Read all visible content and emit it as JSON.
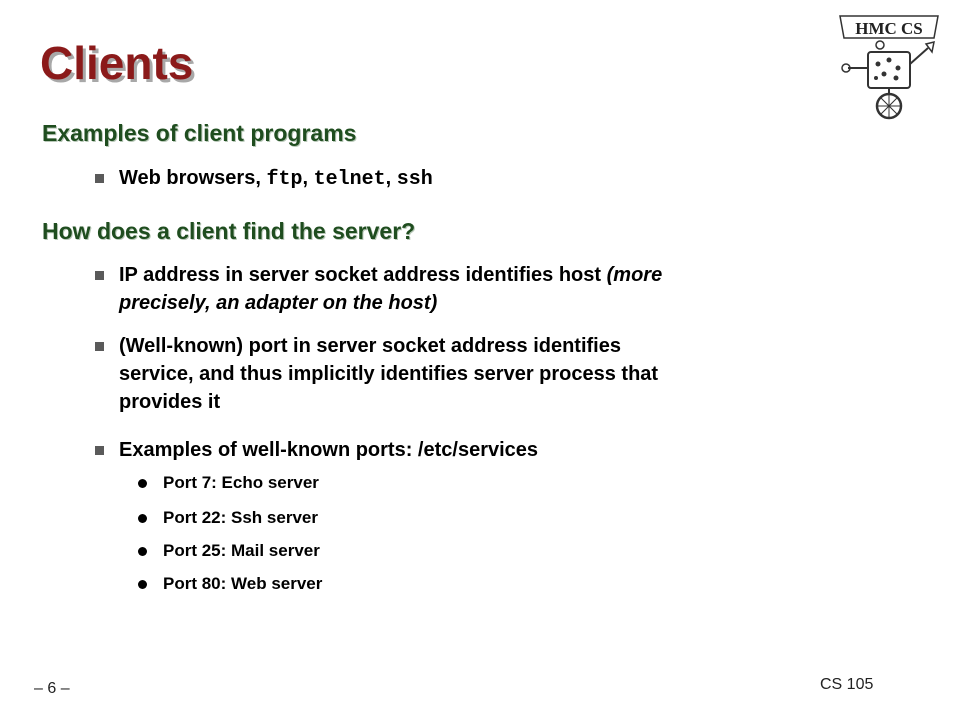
{
  "slide": {
    "title": "Clients",
    "logo_text": "HMC CS",
    "section1": {
      "heading": "Examples of client programs",
      "bullet": {
        "prefix": "Web browsers, ",
        "code1": "ftp",
        "sep1": ", ",
        "code2": "telnet",
        "sep2": ", ",
        "code3": "ssh"
      }
    },
    "section2": {
      "heading": "How does a client find the server?",
      "bullet1": {
        "line1": "IP address in server socket address identifies host ",
        "line1_italic": "(more",
        "line2_italic": "precisely, an adapter on the host)"
      },
      "bullet2": {
        "line1": "(Well-known) port in server socket address identifies",
        "line2": "service, and thus implicitly identifies server process that",
        "line3": "provides it"
      },
      "bullet3": {
        "text": "Examples of well-known ports:  /etc/services"
      },
      "ports": [
        "Port 7: Echo server",
        "Port 22: Ssh server",
        "Port 25: Mail server",
        "Port 80: Web server"
      ]
    },
    "footer": {
      "page": "– 6 –",
      "course": "CS 105"
    }
  },
  "colors": {
    "title": "#8b1a1a",
    "heading": "#1f4d1f",
    "bullet_square": "#5a5a5a"
  }
}
